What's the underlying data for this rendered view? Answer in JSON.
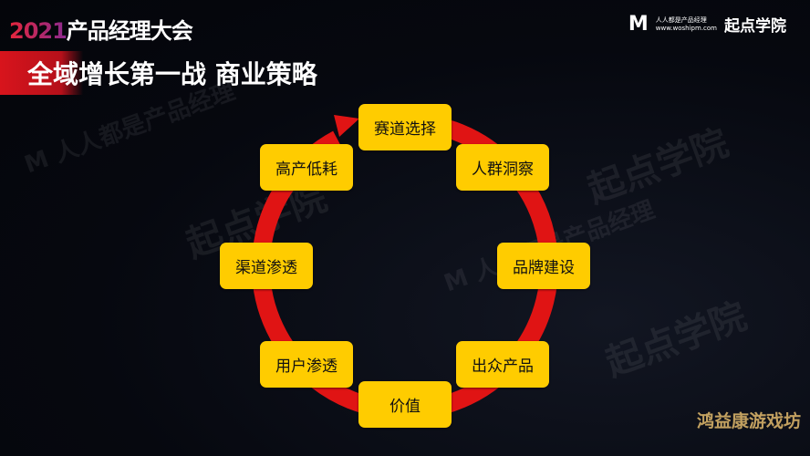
{
  "header": {
    "conference_year": "2021",
    "conference_name": "产品经理大会",
    "logo1_mark": "M",
    "logo1_name": "人人都是产品经理",
    "logo1_url": "www.woshipm.com",
    "logo2_name": "起点学院"
  },
  "title": "全域增长第一战 商业策略",
  "diagram": {
    "type": "cycle",
    "colors": {
      "ring": "#e01414",
      "node": "#ffcc00"
    },
    "nodes": [
      "赛道选择",
      "人群洞察",
      "品牌建设",
      "出众产品",
      "价值",
      "用户渗透",
      "渠道渗透",
      "高产低耗"
    ]
  },
  "watermark": "鸿益康游戏坊"
}
